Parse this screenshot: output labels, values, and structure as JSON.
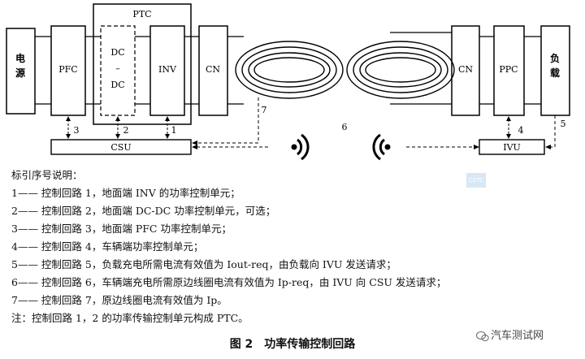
{
  "diagram": {
    "ptc_title": "PTC",
    "power_source": "电源",
    "pfc": "PFC",
    "dc_top": "DC",
    "dc_dash": "–",
    "dc_bottom": "DC",
    "inv": "INV",
    "cn_left": "CN",
    "cn_right": "CN",
    "ppc": "PPC",
    "load": "负载",
    "csu": "CSU",
    "ivu": "IVU",
    "loop_numbers": {
      "n1": "1",
      "n2": "2",
      "n3": "3",
      "n4": "4",
      "n5": "5",
      "n6": "6",
      "n7": "7"
    }
  },
  "legend": {
    "heading": "标引序号说明：",
    "items": [
      "1—— 控制回路 1，地面端 INV 的功率控制单元；",
      "2—— 控制回路 2，地面端 DC-DC 功率控制单元，可选；",
      "3—— 控制回路 3，地面端 PFC 功率控制单元；",
      "4—— 控制回路 4，车辆端功率控制单元；",
      "5—— 控制回路 5，负载充电所需电流有效值为 Iout-req，由负载向 IVU 发送请求；",
      "6—— 控制回路 6，车辆端充电所需原边线圈电流有效值为 Ip-req，由 IVU 向 CSU 发送请求；",
      "7—— 控制回路 7，原边线圈电流有效值为 Ip。"
    ],
    "note": "注：控制回路 1，2 的功率传输控制单元构成 PTC。"
  },
  "caption": "图 2　功率传输控制回路",
  "watermark": "汽车测试网",
  "stamp_text": "CSTC"
}
